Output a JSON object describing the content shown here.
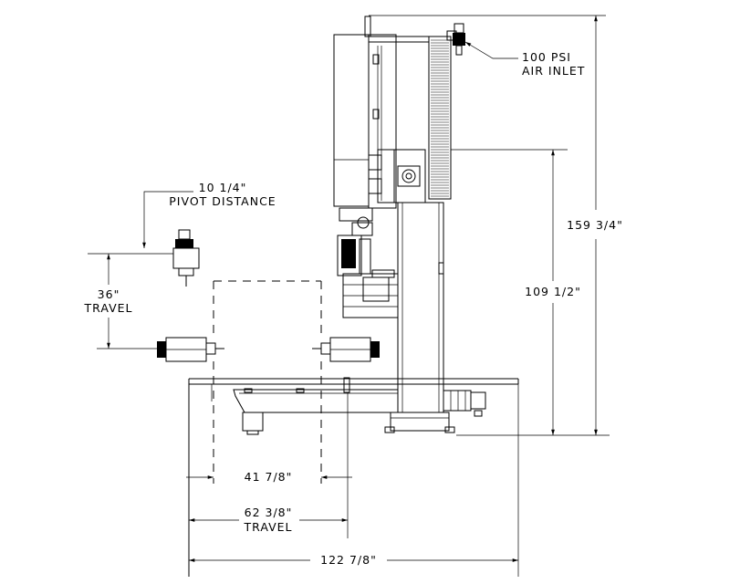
{
  "callouts": {
    "air_inlet_line1": "100 PSI",
    "air_inlet_line2": "AIR INLET",
    "pivot_line1": "10 1/4\"",
    "pivot_line2": "PIVOT DISTANCE",
    "vertical_travel_line1": "36\"",
    "vertical_travel_line2": "TRAVEL"
  },
  "dimensions": {
    "overall_height": "159 3/4\"",
    "column_height": "109 1/2\"",
    "inner_width": "41 7/8\"",
    "travel_width_line1": "62 3/8\"",
    "travel_width_line2": "TRAVEL",
    "overall_width": "122 7/8\""
  },
  "colors": {
    "ink": "#000000",
    "paper": "#ffffff"
  }
}
